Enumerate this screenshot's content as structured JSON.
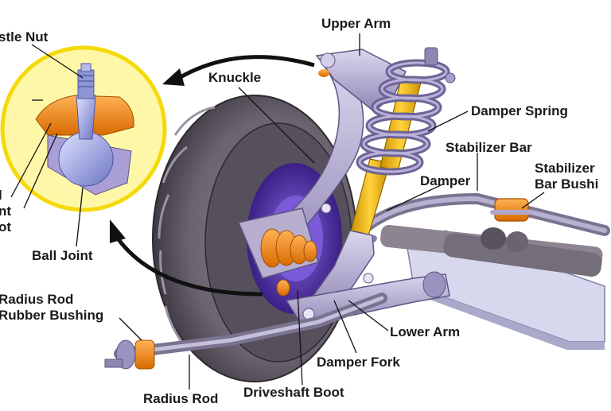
{
  "labels": {
    "castle_nut": "stle Nut",
    "ball_joint_boot_1": "l",
    "ball_joint_boot_2": "nt",
    "ball_joint_boot_3": "ot",
    "ball_joint": "Ball Joint",
    "radius_rod_rubber_bushing_1": "Radius Rod",
    "radius_rod_rubber_bushing_2": "Rubber Bushing",
    "radius_rod": "Radius Rod",
    "driveshaft_boot": "Driveshaft Boot",
    "damper_fork": "Damper Fork",
    "lower_arm": "Lower Arm",
    "knuckle": "Knuckle",
    "upper_arm": "Upper Arm",
    "damper_spring": "Damper Spring",
    "stabilizer_bar": "Stabilizer Bar",
    "damper": "Damper",
    "stabilizer_bar_bushing_1": "Stabilizer",
    "stabilizer_bar_bushing_2": "Bar Bushi"
  },
  "colors": {
    "tire": "#6b6470",
    "tire_dark": "#3e3942",
    "metal": "#b8aed0",
    "metal_dark": "#6e6494",
    "spring": "#9d93c4",
    "damper_yellow": "#f2b705",
    "boot_orange": "#f08c1e",
    "inset_fill": "#fff7a8",
    "inset_ring": "#f5d90a",
    "frame": "#d7d8ee",
    "hub_purple": "#5b33b8"
  }
}
